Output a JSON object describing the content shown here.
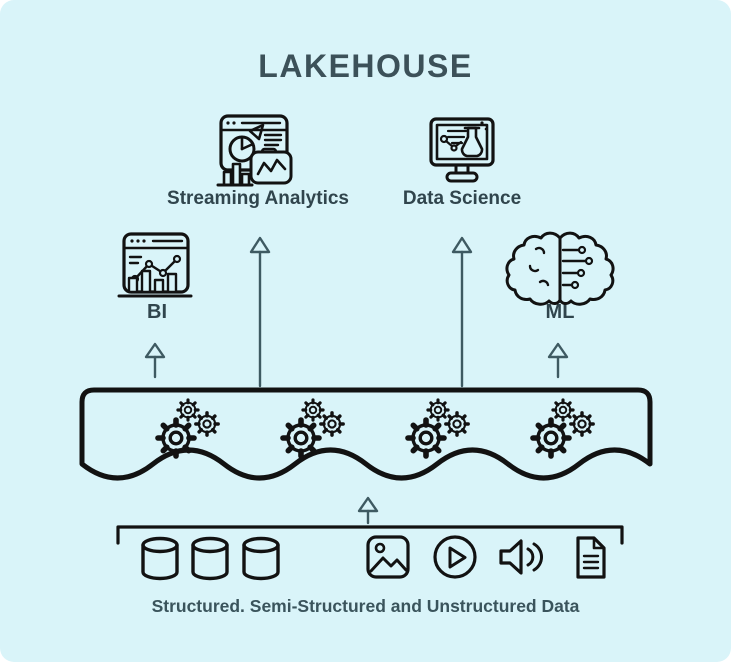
{
  "title": "LAKEHOUSE",
  "colors": {
    "background": "#d9f4f9",
    "page": "#ffffff",
    "ink": "#121212",
    "heading": "#3c5159",
    "label": "#30454d",
    "caption": "#3a545c",
    "arrow": "#3e5a62"
  },
  "nodes": {
    "streaming_analytics": {
      "label": "Streaming Analytics",
      "icon": "dashboard-pie-chart-icon"
    },
    "data_science": {
      "label": "Data Science",
      "icon": "monitor-flask-icon"
    },
    "bi": {
      "label": "BI",
      "icon": "browser-bar-chart-icon"
    },
    "ml": {
      "label": "ML",
      "icon": "brain-circuit-icon"
    }
  },
  "lake_layer": {
    "icon": "gears-icon",
    "gear_clusters": 4
  },
  "sources": {
    "caption": "Structured. Semi-Structured and Unstructured Data",
    "icons": [
      "database-icon",
      "database-icon",
      "database-icon",
      "image-icon",
      "video-play-icon",
      "audio-speaker-icon",
      "document-icon"
    ]
  },
  "arrows": [
    "bi-up-arrow",
    "streaming-analytics-up-arrow",
    "data-science-up-arrow",
    "ml-up-arrow",
    "sources-to-lake-up-arrow"
  ]
}
